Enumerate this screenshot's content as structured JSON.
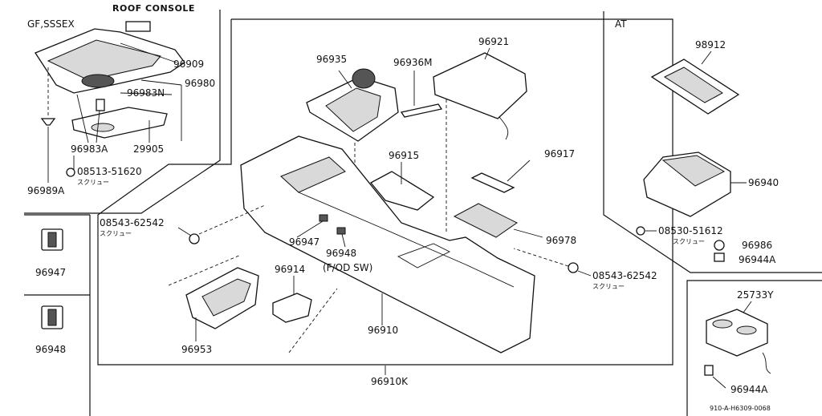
{
  "sections": {
    "roof_console": "ROOF CONSOLE",
    "variant_gf_ssex": "GF,SSSEX",
    "variant_at": "AT",
    "switch_note": "(F/OD SW)"
  },
  "parts": {
    "p96909": "96909",
    "p96980": "96980",
    "p96983N": "96983N",
    "p96983A": "96983A",
    "p29905": "29905",
    "p08513_51620": "08513-51620",
    "p96989A": "96989A",
    "p96947_left": "96947",
    "p96948_left": "96948",
    "p96935": "96935",
    "p96936M": "96936M",
    "p96921": "96921",
    "p96915": "96915",
    "p96917": "96917",
    "p96978": "96978",
    "p08543_62542_left": "08543-62542",
    "p96947_center": "96947",
    "p96948_center": "96948",
    "p96914": "96914",
    "p96953": "96953",
    "p96910": "96910",
    "p96910K": "96910K",
    "p08543_62542_right": "08543-62542",
    "p98912": "98912",
    "p96940": "96940",
    "p08530_51612": "08530-51612",
    "p96986": "96986",
    "p96944A_top": "96944A",
    "p25733Y": "25733Y",
    "p96944A_bottom": "96944A"
  },
  "screw_notes": {
    "screw_1": "スクリュー",
    "screw_2": "スクリュー",
    "screw_3": "スクリュー",
    "screw_4": "スクリュー"
  },
  "footer": {
    "diagram_code": "910-A-H6309-0068"
  }
}
